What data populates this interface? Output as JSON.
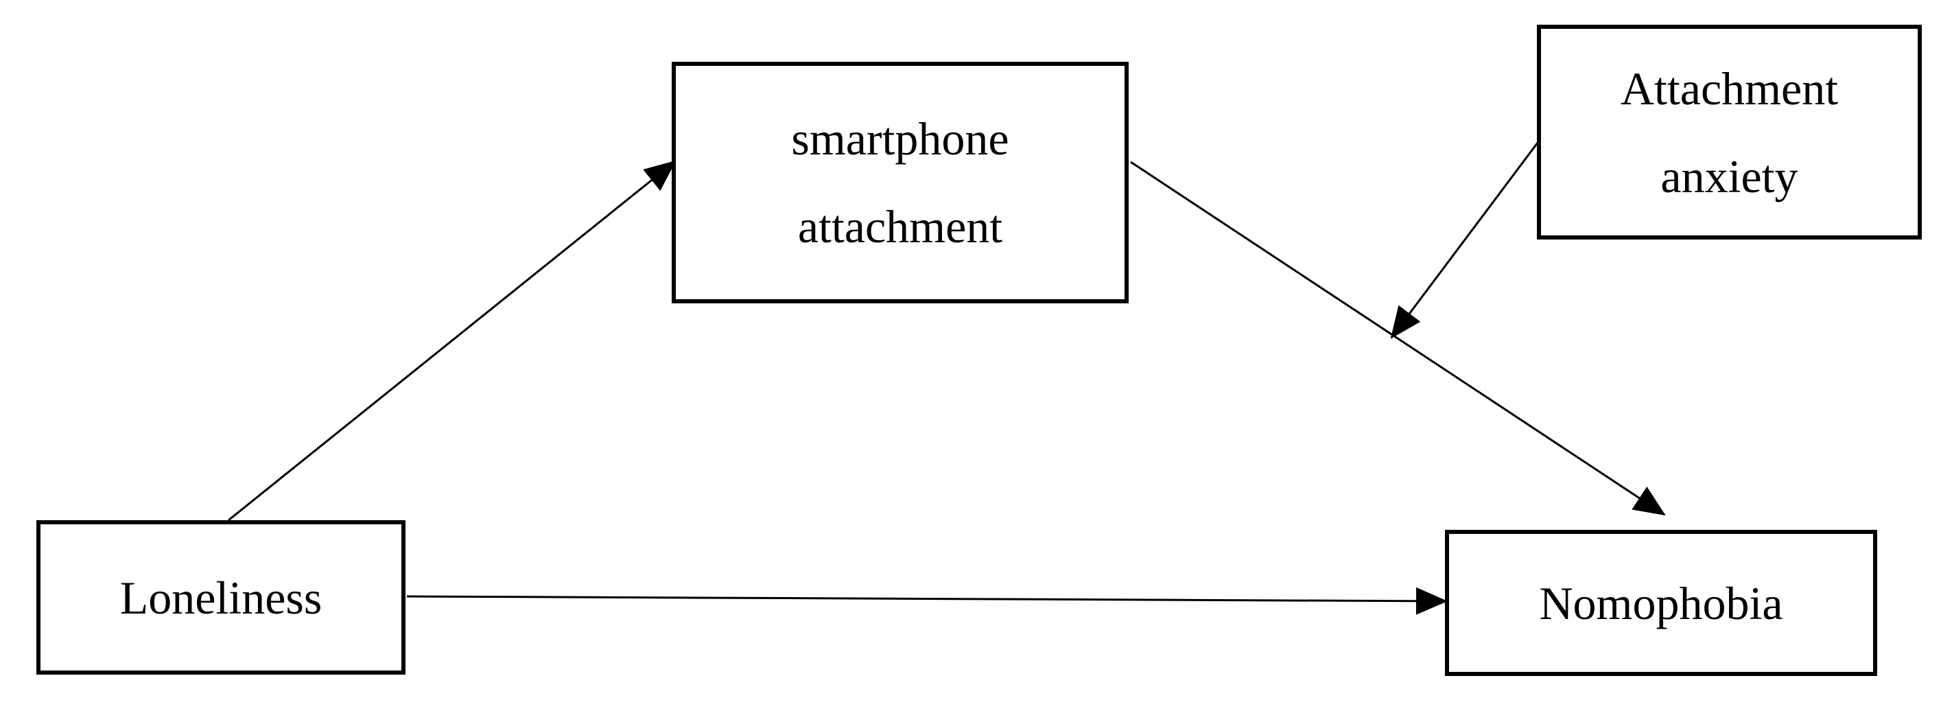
{
  "nodes": {
    "smartphone_attachment": "smartphone\nattachment",
    "attachment_anxiety": "Attachment\nanxiety",
    "loneliness": "Loneliness",
    "nomophobia": "Nomophobia"
  },
  "edges": [
    {
      "from": "Loneliness",
      "to": "smartphone attachment"
    },
    {
      "from": "smartphone attachment",
      "to": "Nomophobia"
    },
    {
      "from": "Loneliness",
      "to": "Nomophobia"
    },
    {
      "from": "Attachment anxiety",
      "to": "smartphone attachment → Nomophobia path"
    }
  ]
}
